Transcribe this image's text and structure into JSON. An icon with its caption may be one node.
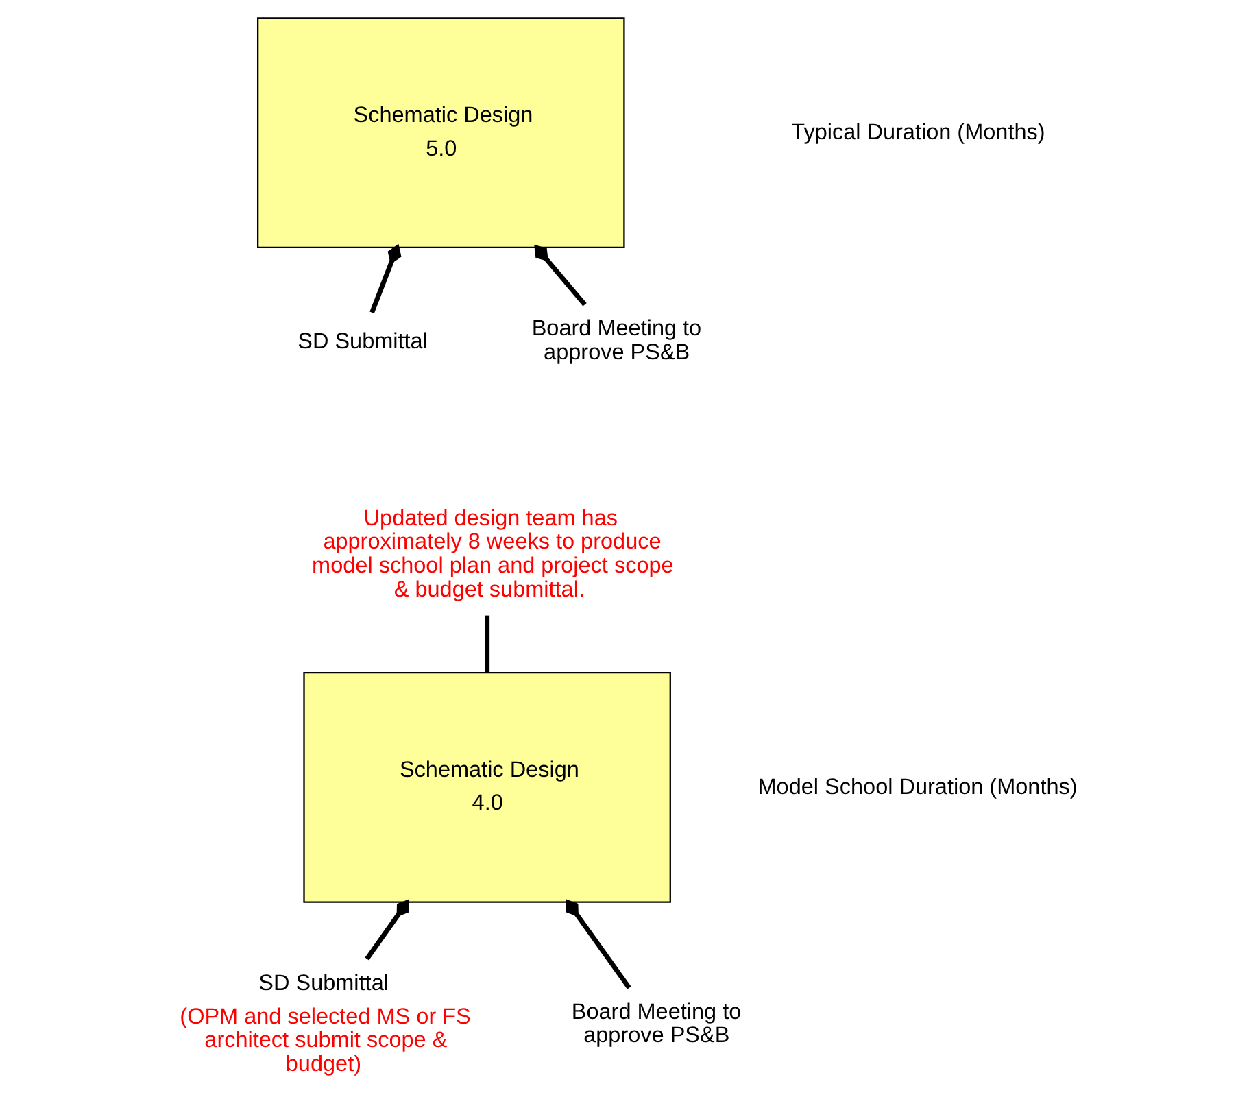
{
  "diagram": {
    "nodes": [
      {
        "text": [
          "Schematic Design",
          "5.0"
        ]
      },
      {
        "text": [
          "SD Submittal"
        ]
      },
      {
        "text": [
          "Board Meeting to approve PS&B"
        ]
      },
      {
        "text": [
          "Schematic Design",
          "4.0"
        ]
      },
      {
        "text": [
          "SD Submittal",
          "(OPM and selected MS or FS architect submit scope & budget)"
        ]
      },
      {
        "text": [
          "Board Meeting to approve PS&B"
        ]
      },
      {
        "text": [
          "Updated design team has approximately 8 weeks to produce model school plan and project scope & budget submittal."
        ]
      }
    ],
    "edges": [
      {
        "from": 0,
        "to": 1,
        "arrow": "other"
      },
      {
        "from": 0,
        "to": 2,
        "arrow": "other"
      },
      {
        "from": 6,
        "to": 3,
        "arrow": "none"
      },
      {
        "from": 3,
        "to": 4,
        "arrow": "other"
      },
      {
        "from": 3,
        "to": 5,
        "arrow": "other"
      }
    ],
    "labels": [
      "Typical Duration (Months)",
      "Model School Duration (Months)"
    ]
  }
}
